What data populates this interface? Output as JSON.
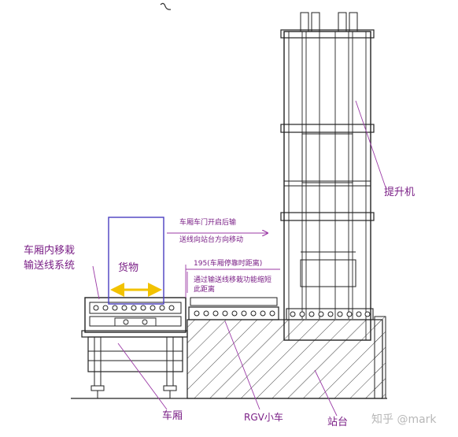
{
  "labels": {
    "carriage_inner_line_1": "车厢内移栽",
    "carriage_inner_line_2": "输送线系统",
    "cargo": "货物",
    "door_note_line_1": "车厢车门开启后输",
    "door_note_line_2": "送线向站台方向移动",
    "distance_note": "195(车厢停靠时距离)",
    "shrink_note_line_1": "通过输送线移栽功能缩短",
    "shrink_note_line_2": "此距离",
    "lift": "提升机",
    "carriage": "车厢",
    "rgv": "RGV小车",
    "platform": "站台",
    "watermark": "知乎 @mark"
  },
  "colors": {
    "line": "#222222",
    "annotation": "#8a2a93",
    "cargo_box": "#4a3fc0",
    "arrow": "#9b3aa6",
    "cargo_arrow": "#f2c200"
  }
}
